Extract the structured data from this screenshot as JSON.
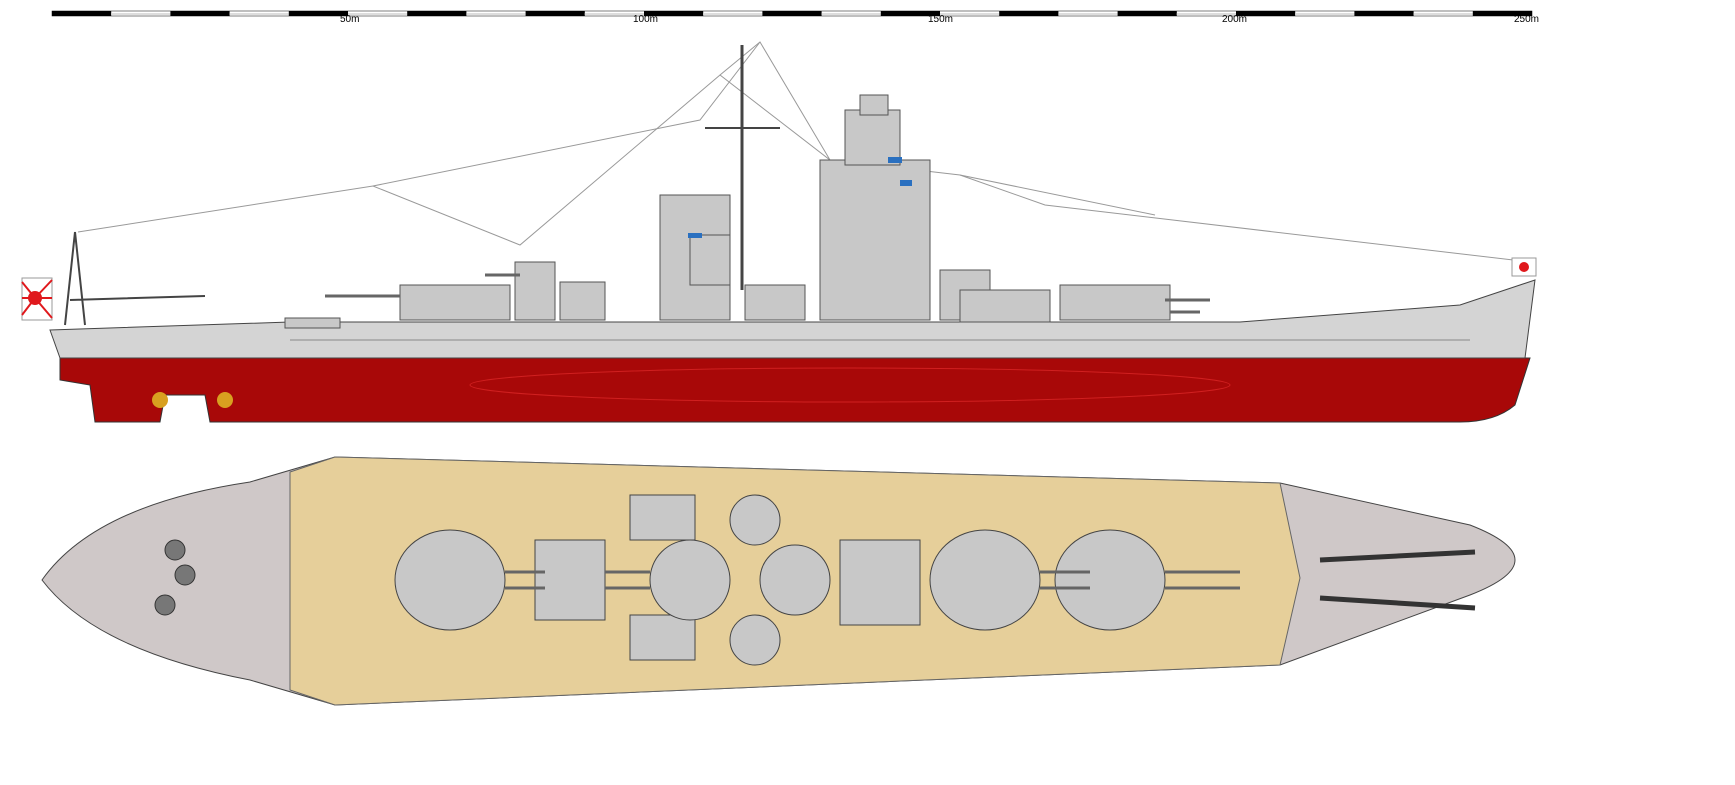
{
  "scale_bar": {
    "unit": "m",
    "labels": [
      "50m",
      "100m",
      "150m",
      "200m",
      "250m"
    ],
    "segment_length_m": 10,
    "total_length_m": 250
  },
  "colors": {
    "hull_grey": "#d4d4d4",
    "antifouling_red": "#a80808",
    "deck_wood": "#e6cf9a",
    "superstructure_grey": "#c8c8c8",
    "flag_red": "#e0181c"
  }
}
